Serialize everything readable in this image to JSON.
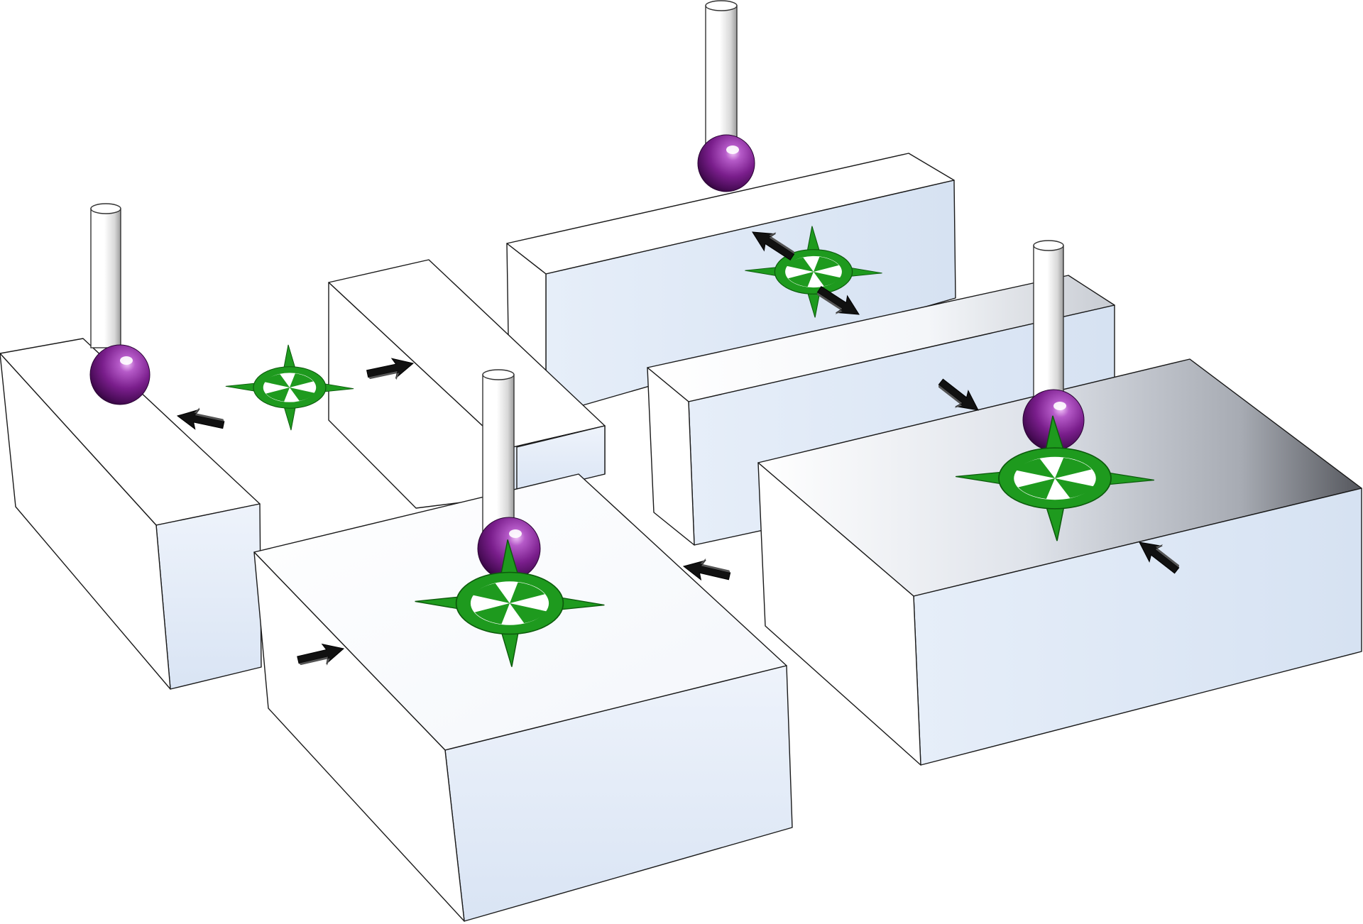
{
  "colors": {
    "background": "#ffffff",
    "block_light": "#ffffff",
    "block_tint": "#dfe8f6",
    "block_dark": "#5a5c62",
    "edge": "#1a1a1a",
    "target_green": "#1e9a1e",
    "target_green_dark": "#0c5a0c",
    "probe_tip_purple": "#7a1e8c",
    "probe_tip_highlight": "#e6a8f0",
    "arrow_black": "#111111"
  },
  "icons": {
    "probe": "cmm-probe-stylus",
    "target": "green-crosshair-target",
    "arrow": "black-direction-arrow"
  }
}
